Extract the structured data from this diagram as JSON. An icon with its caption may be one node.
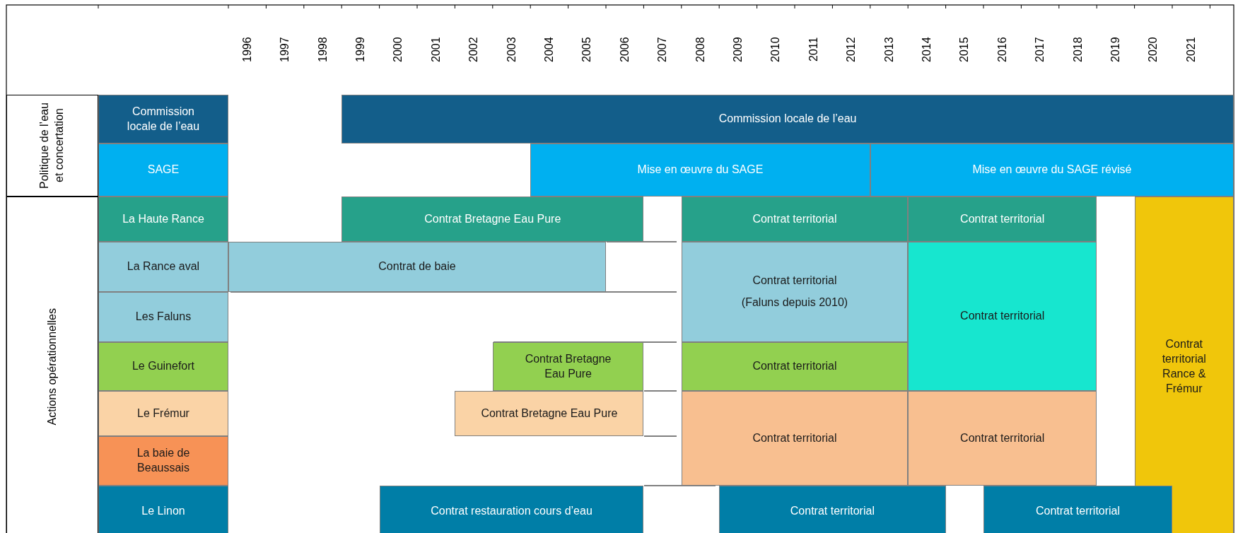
{
  "diagram": {
    "nodes": [
      {
        "text": [
          "Politique de l’eau et concertation"
        ]
      },
      {
        "text": [
          "Commission locale de l’eau"
        ]
      },
      {
        "text": [
          "Commission locale de l’eau"
        ]
      },
      {
        "text": [
          "SAGE"
        ]
      },
      {
        "text": [
          "Mise en œuvre du SAGE"
        ]
      },
      {
        "text": [
          "Mise en œuvre du SAGE révisé"
        ]
      },
      {
        "text": [
          "Actions opérationnelles"
        ]
      },
      {
        "text": [
          "La Haute Rance"
        ]
      },
      {
        "text": [
          "Contrat Bretagne Eau Pure"
        ]
      },
      {
        "text": [
          "Contrat territorial"
        ]
      },
      {
        "text": [
          "Contrat territorial"
        ]
      },
      {
        "text": [
          "Contrat territorial Rance & Frémur"
        ]
      },
      {
        "text": [
          "La Rance aval"
        ]
      },
      {
        "text": [
          "Contrat de baie"
        ]
      },
      {
        "text": [
          "Contrat territorial",
          "(Faluns depuis 2010)"
        ]
      },
      {
        "text": [
          "Contrat territorial"
        ]
      },
      {
        "text": [
          "Les Faluns"
        ]
      },
      {
        "text": [
          "Le Guinefort"
        ]
      },
      {
        "text": [
          "Contrat Bretagne Eau Pure"
        ]
      },
      {
        "text": [
          "Contrat territorial"
        ]
      },
      {
        "text": [
          "Le Frémur"
        ]
      },
      {
        "text": [
          "Contrat Bretagne Eau Pure"
        ]
      },
      {
        "text": [
          "Contrat territorial"
        ]
      },
      {
        "text": [
          "Contrat territorial"
        ]
      },
      {
        "text": [
          "La baie de Beaussais"
        ]
      },
      {
        "text": [
          "Le Linon"
        ]
      },
      {
        "text": [
          "Contrat restauration cours d’eau"
        ]
      },
      {
        "text": [
          "Contrat territorial"
        ]
      },
      {
        "text": [
          "Contrat territorial"
        ]
      }
    ],
    "labels": [
      "1996",
      "1997",
      "1998",
      "1999",
      "2000",
      "2001",
      "2002",
      "2003",
      "2004",
      "2005",
      "2006",
      "2007",
      "2008",
      "2009",
      "2010",
      "2011",
      "2012",
      "2013",
      "2014",
      "2015",
      "2016",
      "2017",
      "2018",
      "2019",
      "2020",
      "2021"
    ]
  }
}
